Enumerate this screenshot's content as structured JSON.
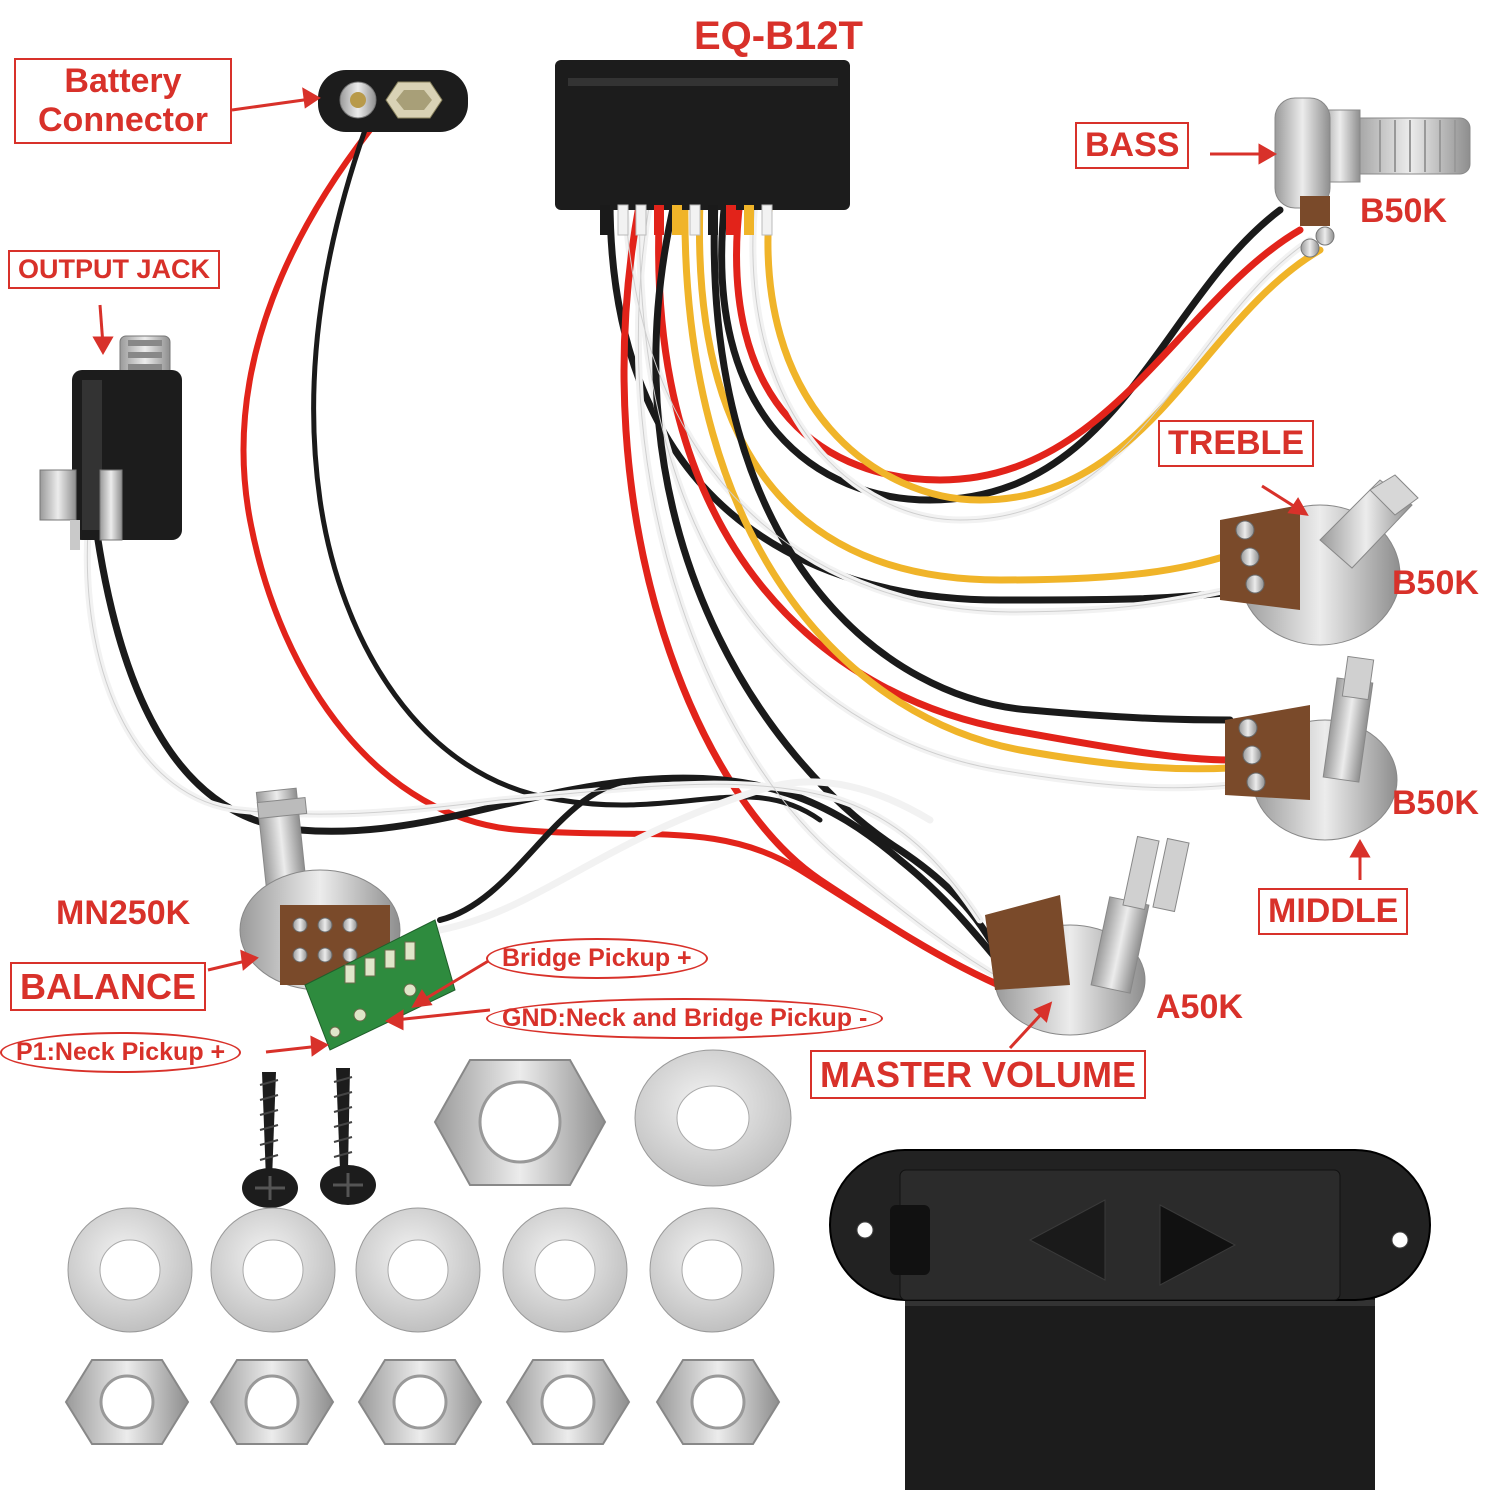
{
  "labels": {
    "eq_model": "EQ-B12T",
    "battery_connector": "Battery\nConnector",
    "output_jack": "OUTPUT JACK",
    "bass": "BASS",
    "bass_value": "B50K",
    "treble": "TREBLE",
    "treble_value": "B50K",
    "middle_value": "B50K",
    "middle": "MIDDLE",
    "mn250k": "MN250K",
    "balance": "BALANCE",
    "bridge_pickup": "Bridge Pickup +",
    "gnd": "GND:Neck and Bridge Pickup -",
    "p1_neck": "P1:Neck Pickup +",
    "a50k": "A50K",
    "master_volume": "MASTER VOLUME"
  },
  "colors": {
    "label_red": "#d8312a",
    "wire_black": "#1a1a1a",
    "wire_red": "#e2231a",
    "wire_white": "#f2f2f2",
    "wire_yellow": "#f0b429",
    "plastic_black": "#1c1c1c",
    "metal_silver": "#c9c9c9",
    "pot_brown": "#7a4a2a",
    "pcb_green": "#2e8b3e"
  }
}
